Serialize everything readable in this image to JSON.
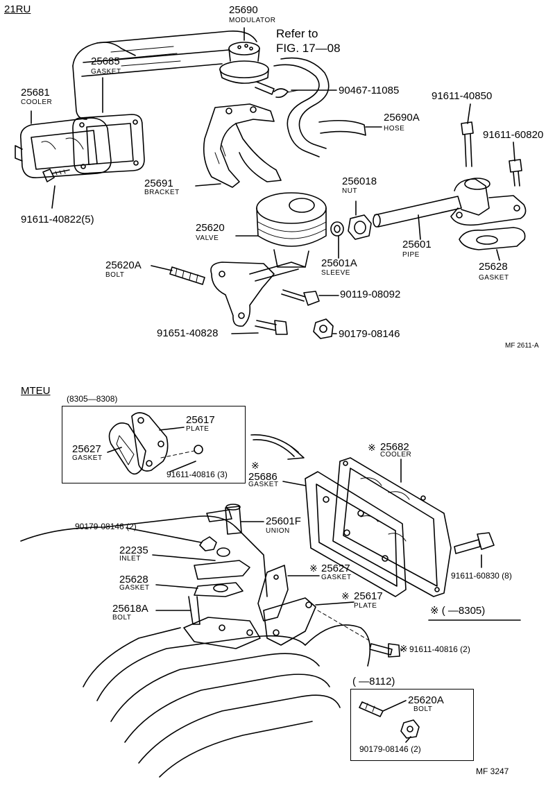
{
  "sections": {
    "top": "21RU",
    "bottom": "MTEU",
    "inset_range": "(8305—8308)",
    "star_note": "※ (      —8305)",
    "small_inset": "(      —8112)"
  },
  "codes": {
    "top": "MF  2611-A",
    "bottom": "MF  3247"
  },
  "refer": {
    "line1": "Refer to",
    "line2": "FIG. 17—08"
  },
  "parts": {
    "p25690": {
      "num": "25690",
      "name": "MODULATOR"
    },
    "p25685": {
      "num": "25685",
      "name": "GASKET"
    },
    "p25681": {
      "num": "25681",
      "name": "COOLER"
    },
    "p90467": {
      "num": "90467-11085"
    },
    "p91611_40850": {
      "num": "91611-40850"
    },
    "p25690A": {
      "num": "25690A",
      "name": "HOSE"
    },
    "p91611_60820": {
      "num": "91611-60820"
    },
    "p25691": {
      "num": "25691",
      "name": "BRACKET"
    },
    "p256018": {
      "num": "256018",
      "name": "NUT"
    },
    "p91611_40822": {
      "num": "91611-40822(5)"
    },
    "p25620": {
      "num": "25620",
      "name": "VALVE"
    },
    "p25601": {
      "num": "25601",
      "name": "PIPE"
    },
    "p25601A": {
      "num": "25601A",
      "name": "SLEEVE"
    },
    "p25628top": {
      "num": "25628",
      "name": "GASKET"
    },
    "p25620A": {
      "num": "25620A",
      "name": "BOLT"
    },
    "p90119": {
      "num": "90119-08092"
    },
    "p91651": {
      "num": "91651-40828"
    },
    "p90179top": {
      "num": "90179-08146"
    },
    "p25617": {
      "num": "25617",
      "name": "PLATE"
    },
    "p25627": {
      "num": "25627",
      "name": "GASKET"
    },
    "p91611_40816_3": {
      "num": "91611-40816 (3)"
    },
    "p25682": {
      "num": "25682",
      "name": "COOLER"
    },
    "p25686": {
      "num": "25686",
      "name": "GASKET"
    },
    "p90179_2": {
      "num": "90179-08146 (2)"
    },
    "p25601F": {
      "num": "25601F",
      "name": "UNION"
    },
    "p22235": {
      "num": "22235",
      "name": "INLET"
    },
    "p25628b": {
      "num": "25628",
      "name": "GASKET"
    },
    "p25627b": {
      "num": "25627",
      "name": "GASKET"
    },
    "p91611_60830": {
      "num": "91611-60830 (8)"
    },
    "p25618A": {
      "num": "25618A",
      "name": "BOLT"
    },
    "p25617b": {
      "num": "25617",
      "name": "PLATE"
    },
    "p91611_40816_2": {
      "num": "91611-40816 (2)"
    },
    "p25620Ab": {
      "num": "25620A",
      "name": "BOLT"
    },
    "p90179b": {
      "num": "90179-08146 (2)"
    }
  },
  "star": "※"
}
